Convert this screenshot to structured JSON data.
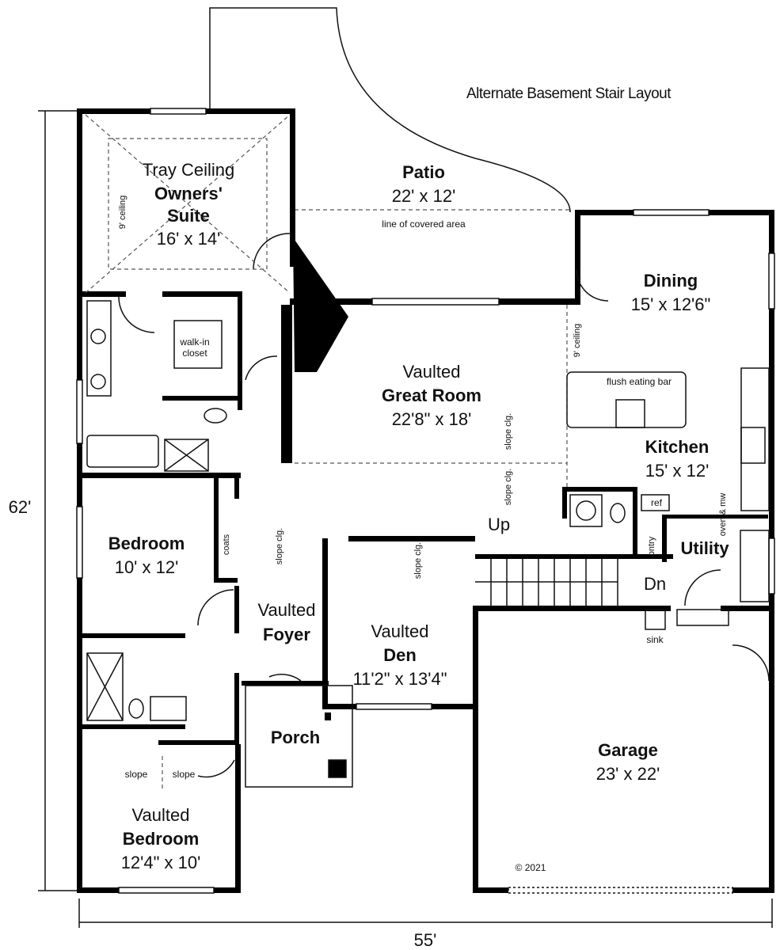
{
  "title": "Alternate Basement Stair Layout",
  "dimensions": {
    "depth": "62'",
    "width": "55'"
  },
  "rooms": {
    "owners_suite": {
      "line1": "Tray Ceiling",
      "name1": "Owners'",
      "name2": "Suite",
      "size": "16' x 14'",
      "ceiling": "9' ceiling"
    },
    "patio": {
      "name": "Patio",
      "size": "22' x 12'",
      "note": "line of covered area"
    },
    "dining": {
      "name": "Dining",
      "size": "15' x 12'6\"",
      "ceiling": "9' ceiling"
    },
    "great_room": {
      "prefix": "Vaulted",
      "name": "Great Room",
      "size": "22'8\" x 18'",
      "slope1": "slope clg.",
      "slope2": "slope clg."
    },
    "walk_in": {
      "line1": "walk-in",
      "line2": "closet"
    },
    "kitchen": {
      "name": "Kitchen",
      "size": "15' x 12'",
      "bar": "flush eating bar",
      "ref": "ref",
      "oven": "oven & mw",
      "pantry": "pntry"
    },
    "utility": {
      "name": "Utility",
      "sink": "sink"
    },
    "stairs": {
      "up": "Up",
      "down": "Dn"
    },
    "bedroom": {
      "name": "Bedroom",
      "size": "10' x 12'",
      "coats": "coats"
    },
    "foyer": {
      "prefix": "Vaulted",
      "name": "Foyer",
      "slope": "slope clg."
    },
    "den": {
      "prefix": "Vaulted",
      "name": "Den",
      "size": "11'2\" x 13'4\"",
      "slope": "slope clg."
    },
    "porch": {
      "name": "Porch"
    },
    "garage": {
      "name": "Garage",
      "size": "23' x 22'"
    },
    "vaulted_bedroom": {
      "prefix": "Vaulted",
      "name": "Bedroom",
      "size": "12'4\" x 10'",
      "slope_left": "slope",
      "slope_right": "slope"
    }
  },
  "copyright": "© 2021"
}
